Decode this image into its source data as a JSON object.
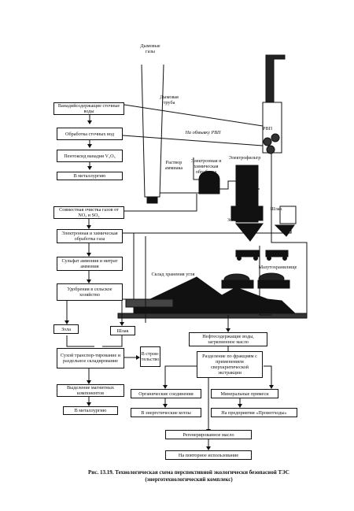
{
  "labels": {
    "flue_gases": "Дымовые газы",
    "chimney": "Дымовая труба",
    "rvp_top": "РВП",
    "to_rvp_wash": "На обмывку РВП",
    "reagent_solution": "Раствор аммиака",
    "electric_filter": "Электрофильтр",
    "electron_irradiation": "Электронная и химическая обработка",
    "slag_top": "Шлак",
    "ash_top": "Зола",
    "coal_storage": "Склад хранения угля",
    "fuel_oil": "Мазутохранилище"
  },
  "left_chain": [
    "Ванадийсодержащие сточные воды",
    "Обработка сточных вод",
    "Пентоксид ванадия V₂O₅",
    "В металлургию"
  ],
  "gas_chain": [
    "Совместная очистка газов от NOₓ и SO₂",
    "Электронная и химическая обработка газа",
    "Сульфат аммония и нитрат аммония",
    "Удобрения в сельское хозяйство"
  ],
  "ash_slag": {
    "ash": "Зола",
    "slag": "Шлак",
    "transport": "Сухой транспор-тирование и раздельное складирование",
    "construction": "В строи-тельство",
    "magnetic": "Выделение магнитных компонентов",
    "metallurgy": "В металлургию"
  },
  "oil_chain": {
    "oil_water": "Нефтесодержащие воды, загрязненное масло",
    "fraction": "Разделение по фракциям с применением сверхкритической экстракции",
    "organic": "Органические соединения",
    "mineral": "Минеральные примеси",
    "energy_plants": "В энергетические котлы",
    "enterprise": "На предприятия «Промотходы»",
    "regenerated": "Регенерированное масло",
    "reuse": "На повторное использование"
  },
  "caption": {
    "line1": "Рис. 13.19. Технологическая схема перспективной экологически безопасной ТЭС",
    "line2": "(энерготехнологический комплекс)"
  }
}
